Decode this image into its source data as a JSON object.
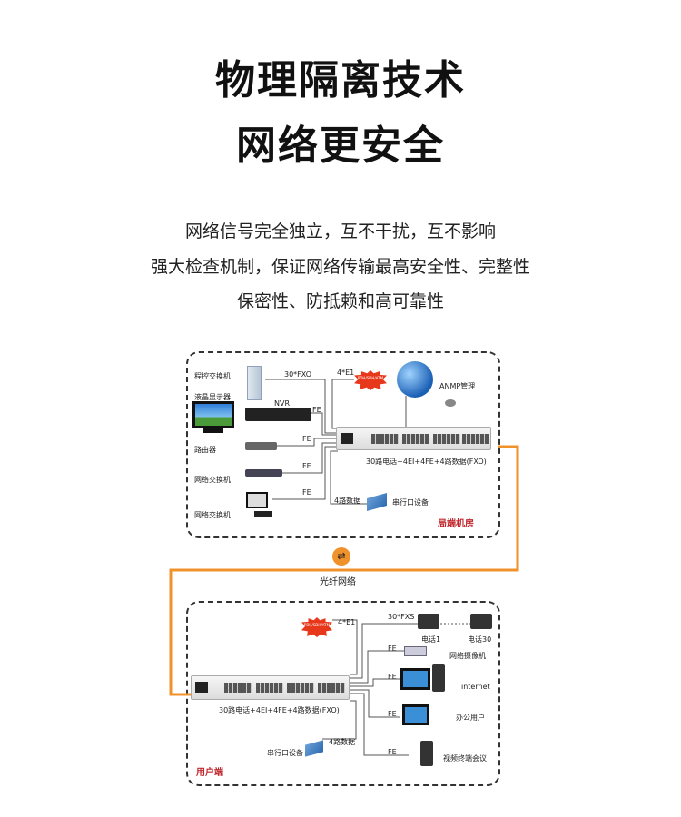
{
  "title": {
    "line1": "物理隔离技术",
    "line2": "网络更安全"
  },
  "description": [
    "网络信号完全独立，互不干扰，互不影响",
    "强大检查机制，保证网络传输最高安全性、完整性",
    "保密性、防抵赖和高可靠性"
  ],
  "diagram": {
    "top": {
      "section": "局端机房",
      "pbx": "程控交换机",
      "lcd": "液晶显示器",
      "nvr": "NVR",
      "router": "路由器",
      "switch1": "网络交换机",
      "switch2": "网络交换机",
      "fxo": "30*FXO",
      "e1": "4*E1",
      "fe1": "FE",
      "fe2": "FE",
      "fe3": "FE",
      "fe4": "FE",
      "cloud": "PDH/SDH/ATM",
      "anmp": "ANMP管理",
      "device": "30路电话+4EI+4FE+4路数据(FXO)",
      "data": "4路数据",
      "serial": "串行口设备"
    },
    "fiber": "光纤网络",
    "bottom": {
      "section": "用户端",
      "cloud": "PDH/SDH/ATM",
      "e1": "4*E1",
      "fxs": "30*FXS",
      "phone1": "电话1",
      "phone30": "电话30",
      "fe1": "FE",
      "fe2": "FE",
      "fe3": "FE",
      "fe4": "FE",
      "camera": "网络摄像机",
      "internet": "internet",
      "office": "办公用户",
      "video": "视频终端会议",
      "device": "30路电话+4EI+4FE+4路数据(FXO)",
      "data": "4路数据",
      "serial": "串行口设备"
    },
    "colors": {
      "fiber": "#f0922b",
      "section_label": "#c0272d"
    }
  }
}
